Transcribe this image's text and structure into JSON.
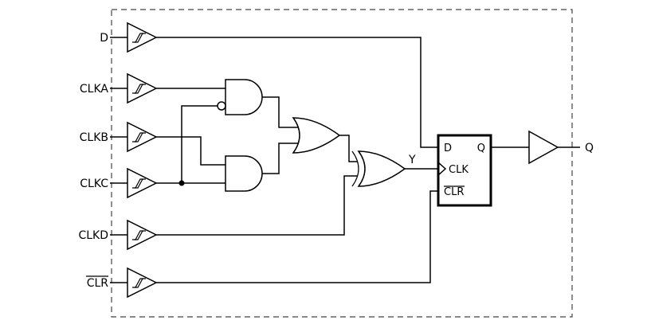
{
  "diagram": {
    "type": "logic-schematic",
    "inputs": {
      "d": "D",
      "clka": "CLKA",
      "clkb": "CLKB",
      "clkc": "CLKC",
      "clkd": "CLKD",
      "clr": "CLR"
    },
    "internal_net": "Y",
    "output": "Q",
    "flip_flop": {
      "d_pin": "D",
      "q_pin": "Q",
      "clk_pin": "CLK",
      "clr_pin": "CLR"
    },
    "active_low_signals": [
      "CLR"
    ],
    "colors": {
      "wire": "#000000",
      "boundary": "#444444",
      "background": "#ffffff"
    }
  }
}
